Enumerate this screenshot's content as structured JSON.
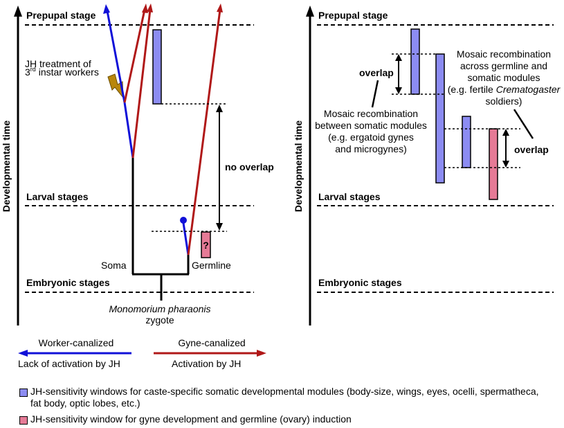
{
  "left_panel": {
    "y_axis_label": "Developmental time",
    "stage_prepupal": "Prepupal stage",
    "stage_larval": "Larval stages",
    "stage_embryonic": "Embryonic stages",
    "jh_treatment_line1": "JH treatment of",
    "jh_treatment_line2_num": "3",
    "jh_treatment_line2_sup": "rd",
    "jh_treatment_line2_rest": " instar workers",
    "no_overlap_label": "no overlap",
    "question_mark": "?",
    "soma_label": "Soma",
    "germline_label": "Germline",
    "species_label": "Monomorium pharaonis",
    "zygote_label": "zygote"
  },
  "right_panel": {
    "y_axis_label": "Developmental time",
    "stage_prepupal": "Prepupal stage",
    "stage_larval": "Larval stages",
    "stage_embryonic": "Embryonic stages",
    "overlap_left_label": "overlap",
    "overlap_right_label": "overlap",
    "somatic_text": [
      "Mosaic recombination",
      "between somatic modules",
      "(e.g. ergatoid gynes",
      "and microgynes)"
    ],
    "germline_text_line1": "Mosaic recombination",
    "germline_text_line2": "across germline and",
    "germline_text_line3": "somatic modules",
    "germline_text_line4_a": "(e.g. fertile ",
    "germline_text_line4_i": "Crematogaster",
    "germline_text_line5": "soldiers)"
  },
  "arrow_legend": {
    "worker_top": "Worker-canalized",
    "worker_bottom": "Lack of activation by JH",
    "gyne_top": "Gyne-canalized",
    "gyne_bottom": "Activation by JH"
  },
  "window_legend": {
    "blue_text": "JH-sensitivity windows for caste-specific somatic developmental modules (body-size, wings, eyes, ocelli, spermatheca, fat body, optic lobes, etc.)",
    "pink_text": "JH-sensitivity window for gyne development and germline (ovary) induction"
  },
  "colors": {
    "blue_window": "#8c8cf2",
    "pink_window": "#e57a96",
    "worker_arrow": "#1010d8",
    "gyne_arrow": "#b01818",
    "lightning": "#b8860b"
  }
}
